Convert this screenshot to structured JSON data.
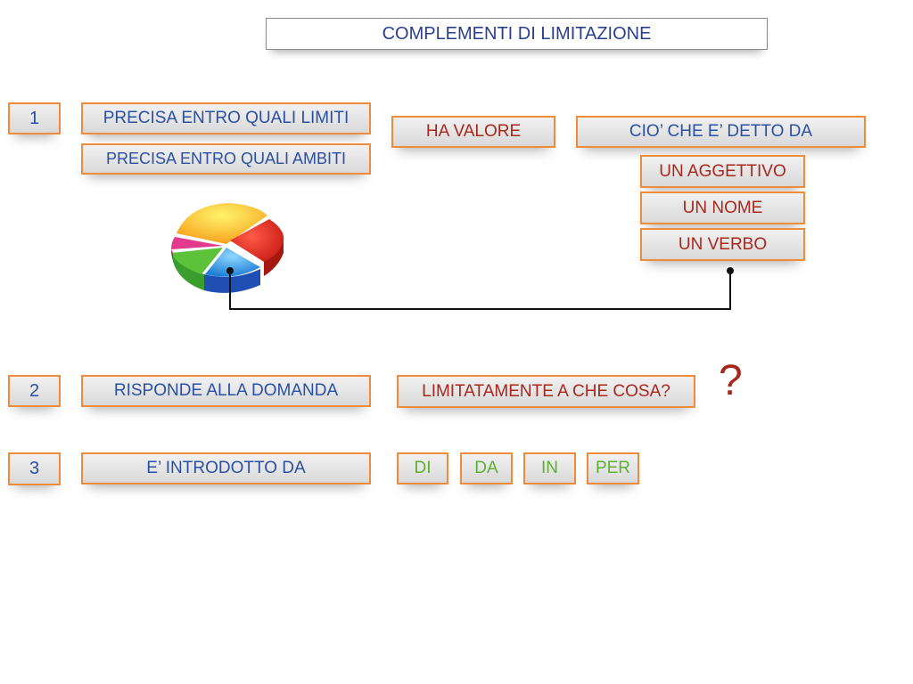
{
  "title": "COMPLEMENTI DI LIMITAZIONE",
  "rows": {
    "row1": {
      "number": "1",
      "line1": "PRECISA ENTRO QUALI LIMITI",
      "line2": "PRECISA ENTRO QUALI AMBITI",
      "middle": "HA VALORE",
      "right_header": "CIO’ CHE E’ DETTO DA",
      "right_items": [
        "UN AGGETTIVO",
        "UN NOME",
        "UN VERBO"
      ]
    },
    "row2": {
      "number": "2",
      "label": "RISPONDE ALLA DOMANDA",
      "question": "LIMITATAMENTE A CHE COSA?",
      "question_mark": "?"
    },
    "row3": {
      "number": "3",
      "label": "E’ INTRODOTTO DA",
      "prepositions": [
        "DI",
        "DA",
        "IN",
        "PER"
      ]
    }
  },
  "colors": {
    "border": "#ef8c3b",
    "blue_text": "#2b50a1",
    "red_text": "#a8281e",
    "green_text": "#5eae33"
  },
  "icons": {
    "pie": "3d-pie-chart-icon"
  }
}
